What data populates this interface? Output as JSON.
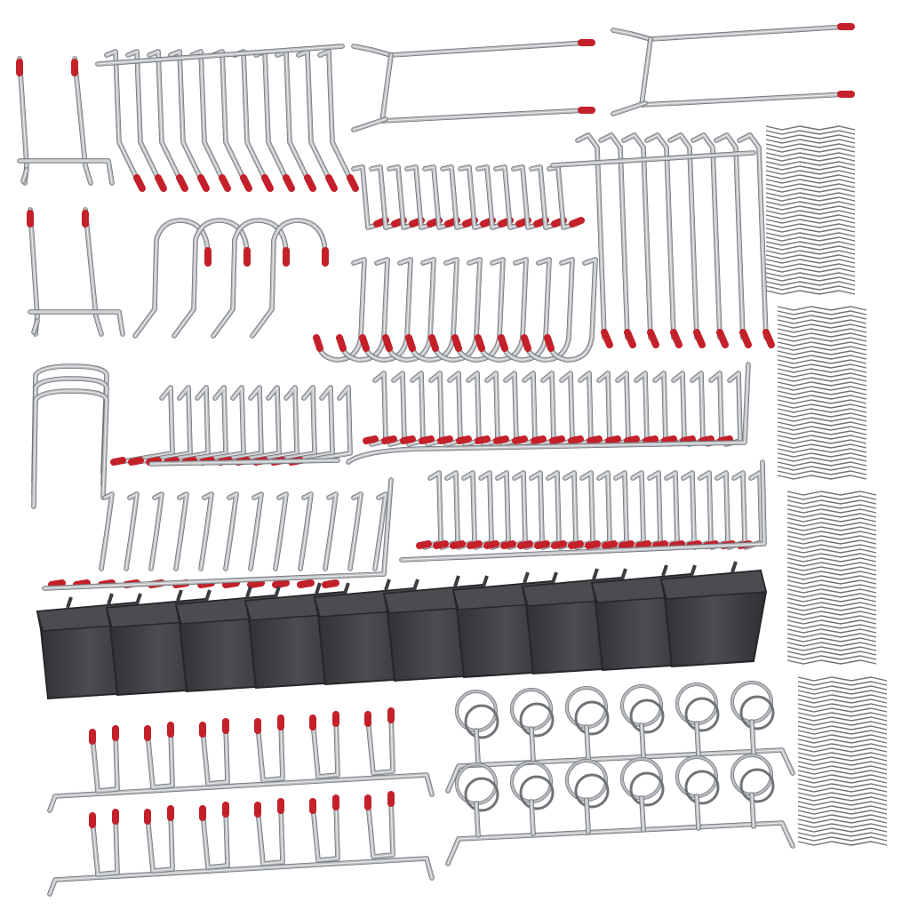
{
  "image": {
    "subject": "pegboard-hook-assortment",
    "colors": {
      "background": "#ffffff",
      "metal": "#b9bcc0",
      "metal_dark": "#6f7378",
      "metal_light": "#eef0f2",
      "tip_red": "#c4202a",
      "bin_dark": "#3b3d41",
      "bin_mid": "#4a4c50"
    },
    "groups": [
      {
        "name": "double-prong-hooks",
        "count": 2
      },
      {
        "name": "j-hooks-row",
        "count": 11
      },
      {
        "name": "long-double-hooks",
        "count": 2
      },
      {
        "name": "l-hooks-small",
        "count": 11
      },
      {
        "name": "long-straight-hooks",
        "count": 8
      },
      {
        "name": "lock-clips",
        "count": 4
      },
      {
        "name": "curved-s-hooks",
        "count": 4
      },
      {
        "name": "j-hooks-medium",
        "count": 11
      },
      {
        "name": "u-loop-hooks",
        "count": 3
      },
      {
        "name": "l-hooks-row-a",
        "count": 11
      },
      {
        "name": "l-hooks-row-b",
        "count": 20
      },
      {
        "name": "angled-hooks",
        "count": 12
      },
      {
        "name": "l-hooks-row-c",
        "count": 20
      },
      {
        "name": "storage-bins",
        "count": 10
      },
      {
        "name": "ring-holders-rack",
        "count": 2
      },
      {
        "name": "tool-holder-racks",
        "count": 2
      }
    ]
  }
}
